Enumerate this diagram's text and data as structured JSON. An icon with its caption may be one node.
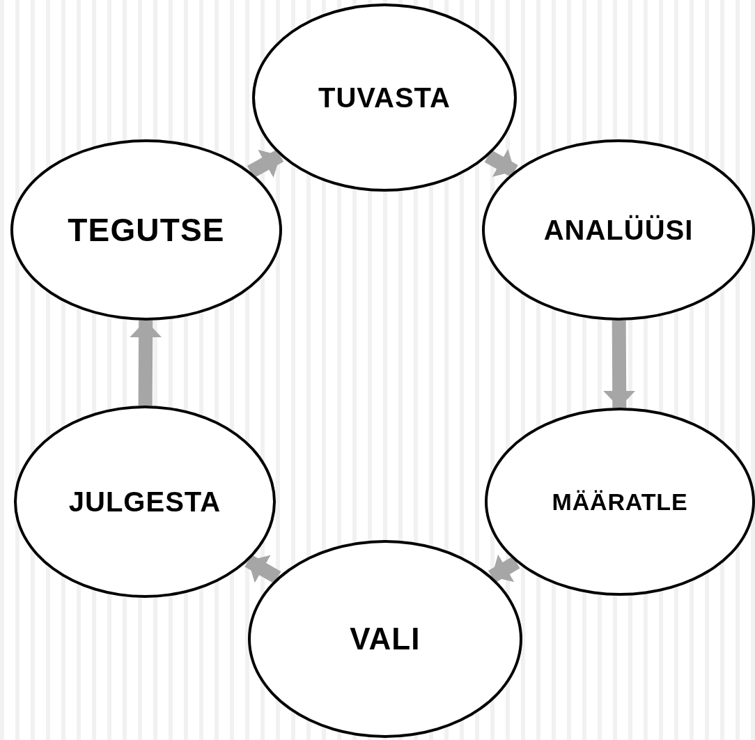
{
  "diagram": {
    "nodes": [
      {
        "text": [
          "TUVASTA"
        ]
      },
      {
        "text": [
          "ANALÜÜSI"
        ]
      },
      {
        "text": [
          "MÄÄRATLE"
        ]
      },
      {
        "text": [
          "VALI"
        ]
      },
      {
        "text": [
          "JULGESTA"
        ]
      },
      {
        "text": [
          "TEGUTSE"
        ]
      }
    ],
    "edges": [
      {
        "from": 0,
        "to": 1,
        "arrow": "to"
      },
      {
        "from": 1,
        "to": 2,
        "arrow": "to"
      },
      {
        "from": 2,
        "to": 3,
        "arrow": "to"
      },
      {
        "from": 3,
        "to": 4,
        "arrow": "to"
      },
      {
        "from": 4,
        "to": 5,
        "arrow": "to"
      },
      {
        "from": 5,
        "to": 0,
        "arrow": "to"
      }
    ]
  }
}
